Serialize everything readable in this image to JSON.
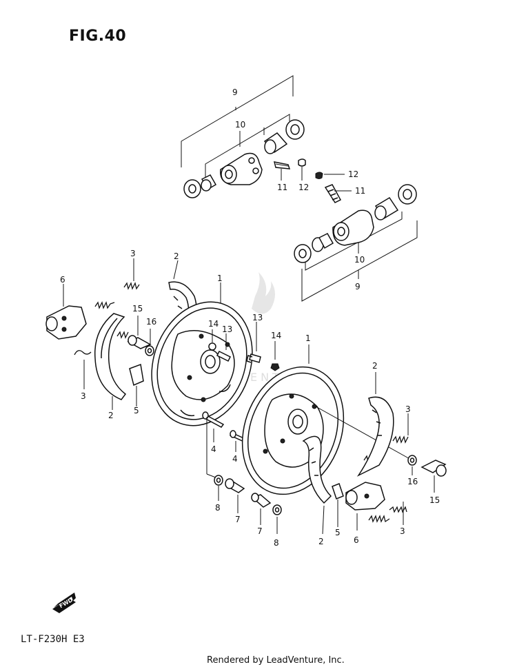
{
  "figure": {
    "title": "FIG.40",
    "model": "LT-F230H E3",
    "footer": "Rendered by LeadVenture, Inc.",
    "fwd_label": "FWD",
    "watermark": "LEADVENTURE"
  },
  "callouts": {
    "c1a": "1",
    "c1b": "1",
    "c2a": "2",
    "c2b": "2",
    "c2c": "2",
    "c2d": "2",
    "c3a": "3",
    "c3b": "3",
    "c3c": "3",
    "c3d": "3",
    "c4a": "4",
    "c4b": "4",
    "c5a": "5",
    "c5b": "5",
    "c6a": "6",
    "c6b": "6",
    "c7a": "7",
    "c7b": "7",
    "c8a": "8",
    "c8b": "8",
    "c9a": "9",
    "c9b": "9",
    "c10a": "10",
    "c10b": "10",
    "c11a": "11",
    "c11b": "11",
    "c12a": "12",
    "c12b": "12",
    "c13a": "13",
    "c13b": "13",
    "c14a": "14",
    "c14b": "14",
    "c15a": "15",
    "c15b": "15",
    "c16a": "16",
    "c16b": "16"
  }
}
